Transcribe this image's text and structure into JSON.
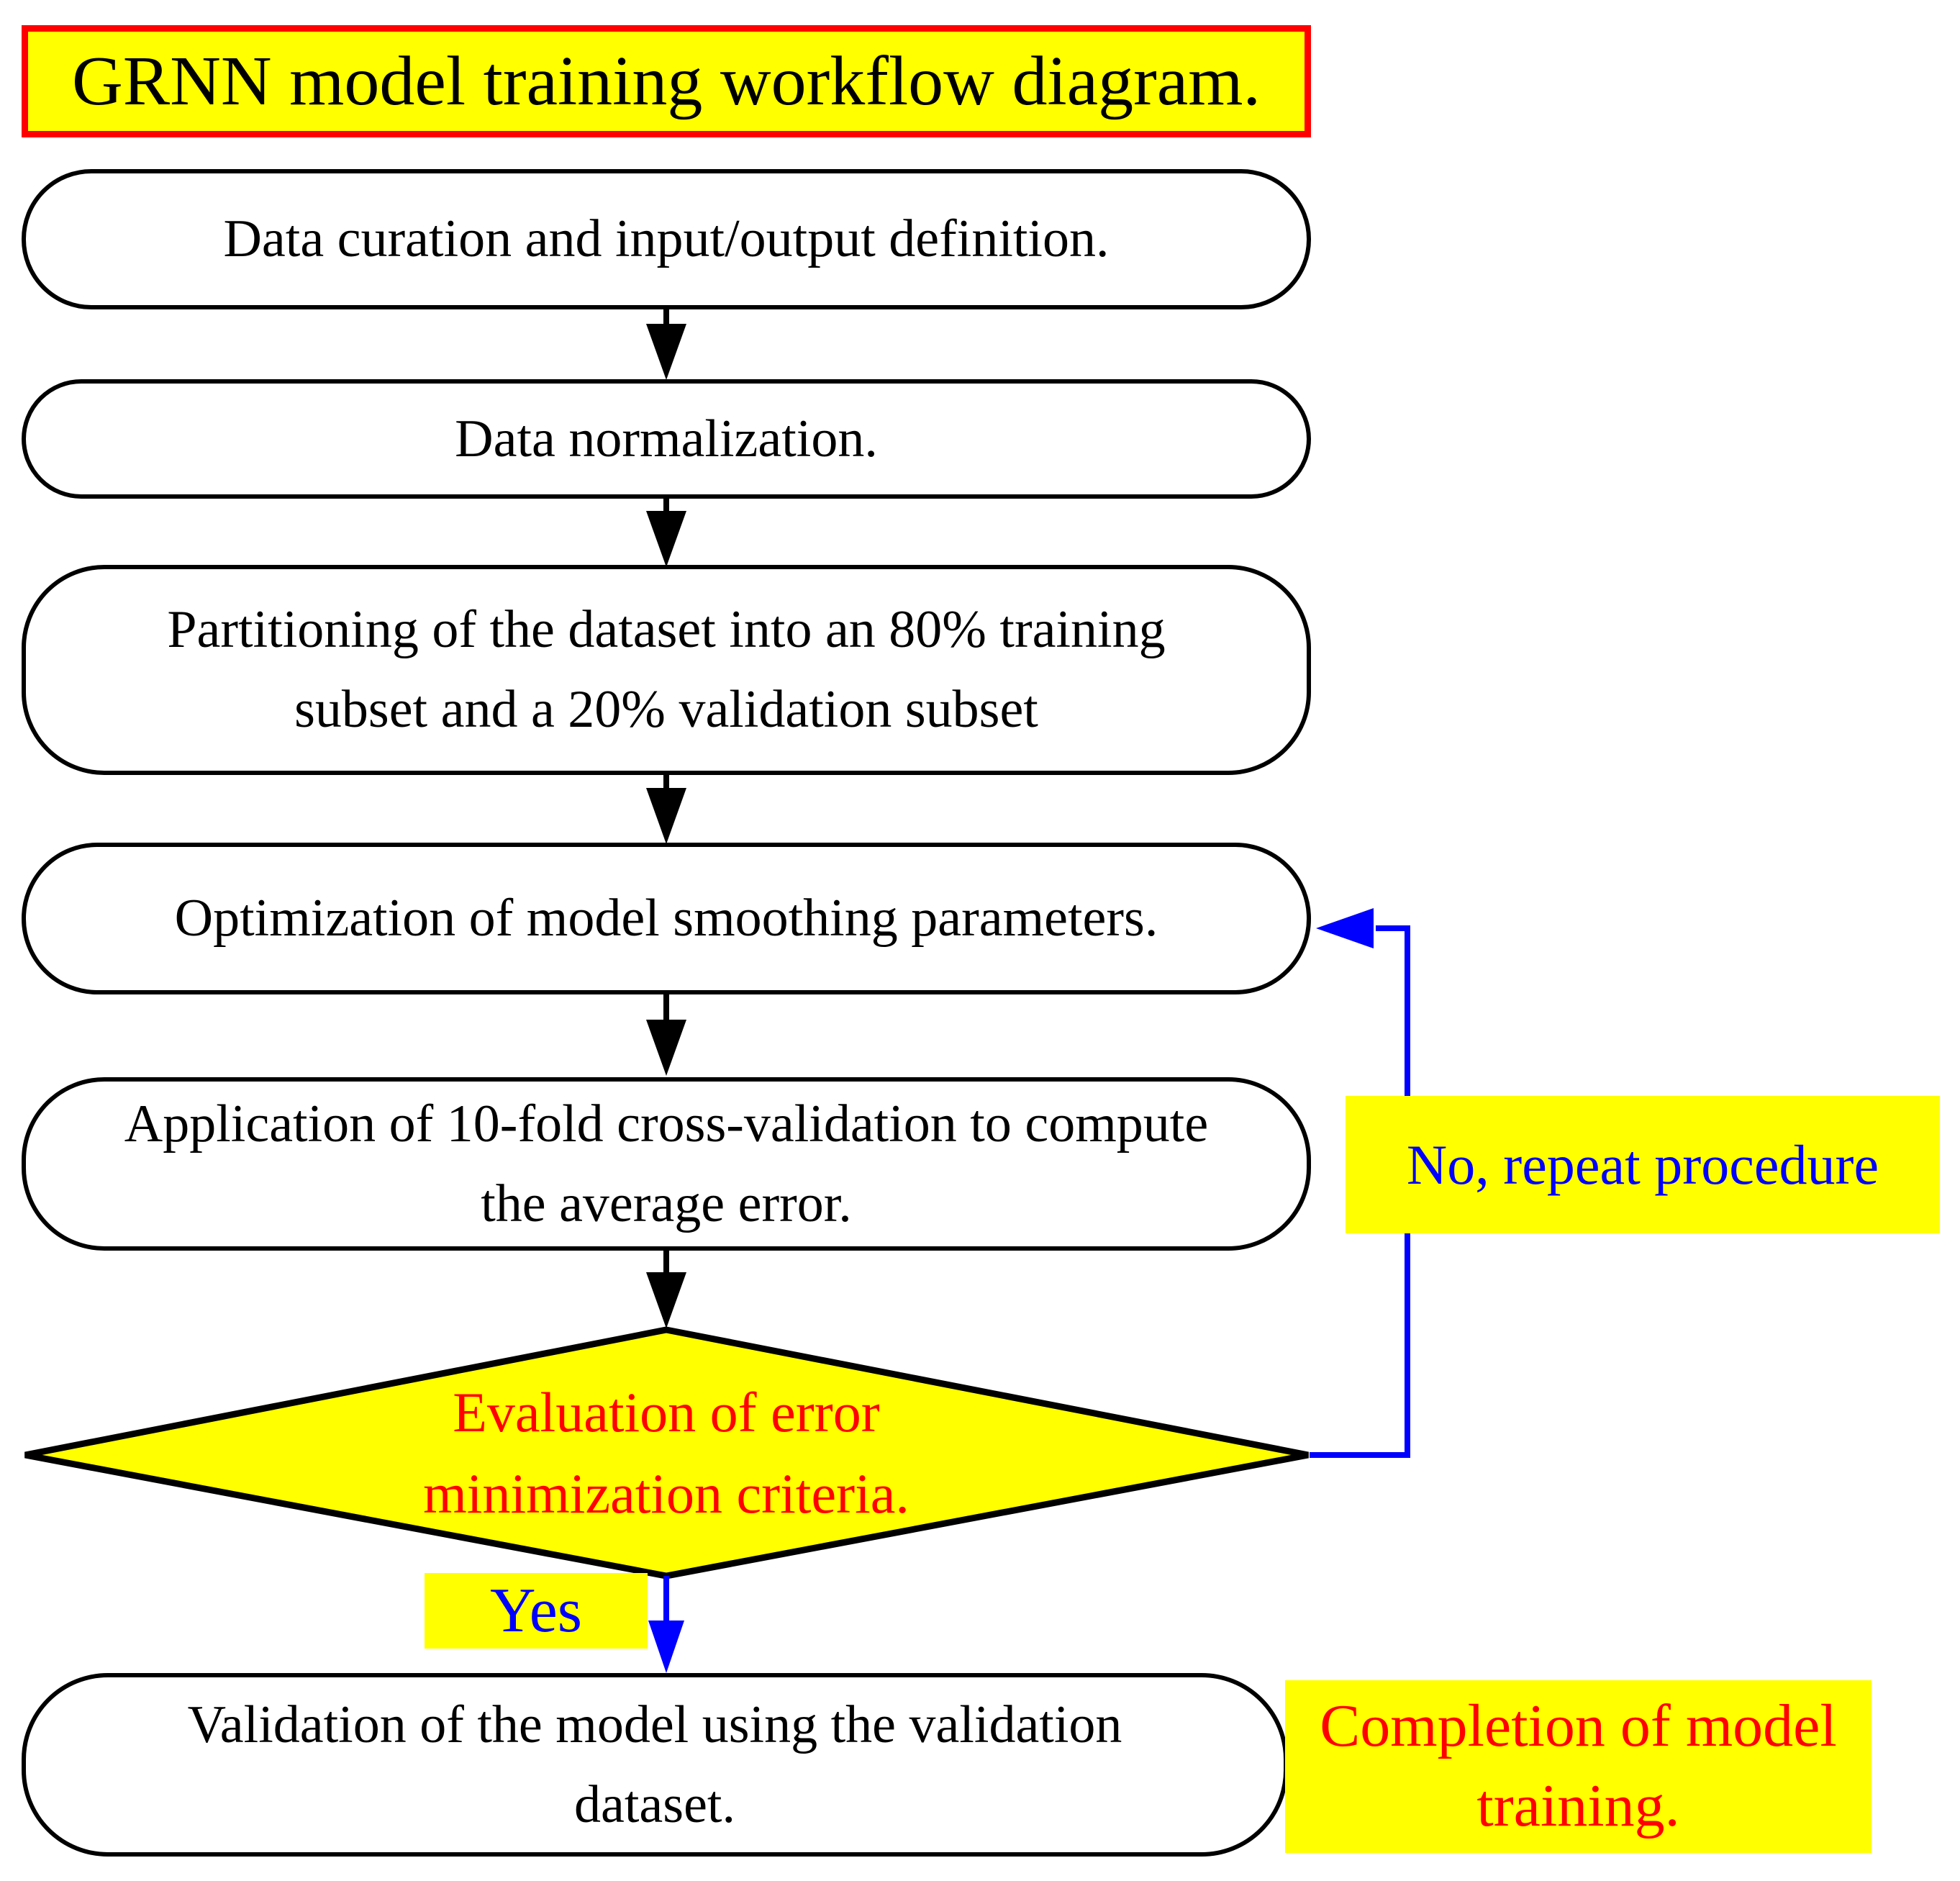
{
  "title": "GRNN model training workflow diagram.",
  "boxes": {
    "data_curation": {
      "label": "Data curation and input/output definition."
    },
    "data_normalization": {
      "label": "Data normalization."
    },
    "partitioning": {
      "line1": "Partitioning of the dataset into an 80% training",
      "line2": "subset and a 20% validation subset"
    },
    "optimization": {
      "label": "Optimization of model smoothing parameters."
    },
    "cross_validation": {
      "line1": "Application of 10-fold cross-validation to compute",
      "line2": "the average error."
    },
    "validation": {
      "line1": "Validation of the model using the validation",
      "line2": "dataset."
    }
  },
  "decision": {
    "line1": "Evaluation of error",
    "line2": "minimization criteria."
  },
  "labels": {
    "yes": "Yes",
    "no": "No, repeat procedure",
    "completion_line1": "Completion of model",
    "completion_line2": "training."
  },
  "colors": {
    "highlight_yellow": "#ffff00",
    "accent_red": "#ff0000",
    "accent_blue": "#0000ff",
    "line_black": "#000000",
    "node_fill": "#ffffff"
  }
}
